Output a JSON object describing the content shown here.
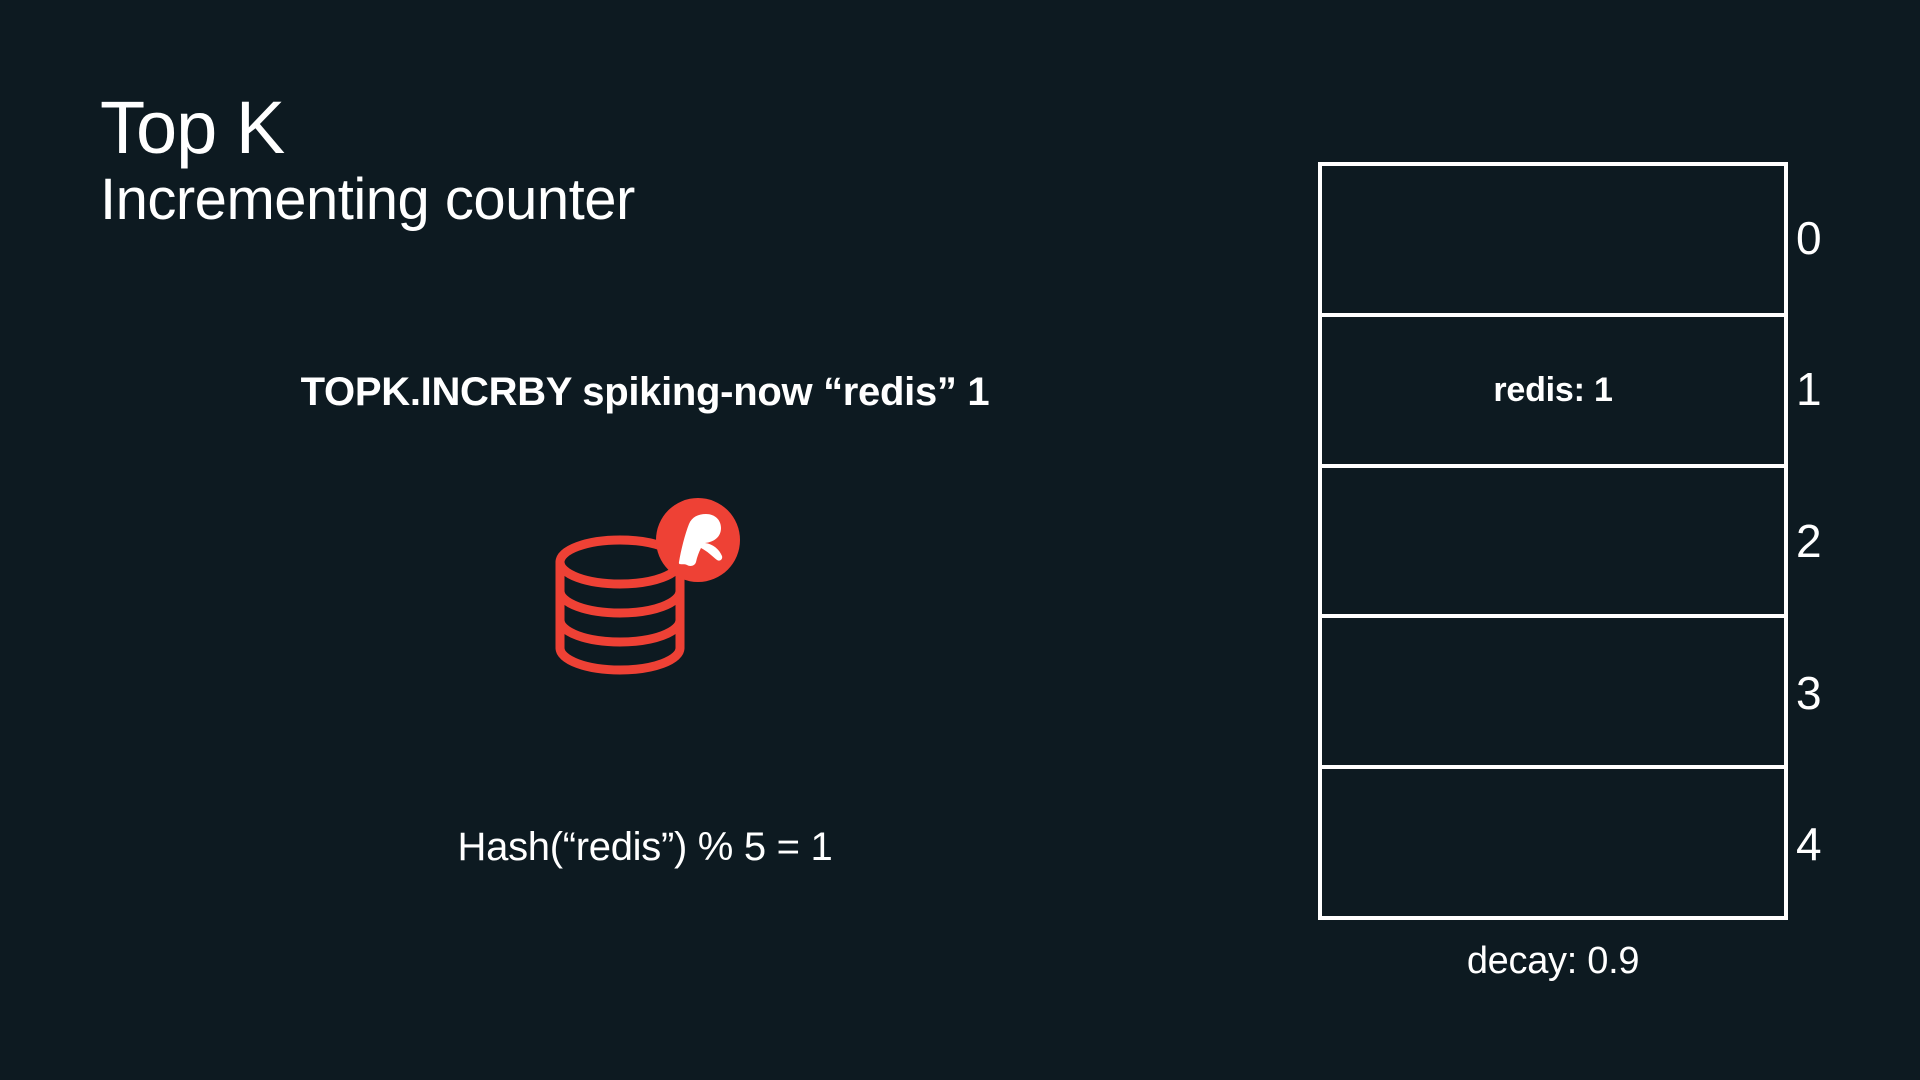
{
  "theme": {
    "background": "#0d1a21",
    "foreground": "#ffffff",
    "accent_red": "#ee4135"
  },
  "heading": {
    "title": "Top K",
    "subtitle": "Incrementing counter"
  },
  "command": {
    "text": "TOPK.INCRBY spiking-now “redis” 1"
  },
  "icon": {
    "database_label": "redis-database-icon",
    "badge_label": "redis-logo-badge"
  },
  "hash": {
    "text": "Hash(“redis”) % 5 = 1"
  },
  "table": {
    "rows": [
      {
        "index": "0",
        "value": ""
      },
      {
        "index": "1",
        "value": "redis: 1"
      },
      {
        "index": "2",
        "value": ""
      },
      {
        "index": "3",
        "value": ""
      },
      {
        "index": "4",
        "value": ""
      }
    ]
  },
  "footer": {
    "decay": "decay: 0.9"
  }
}
